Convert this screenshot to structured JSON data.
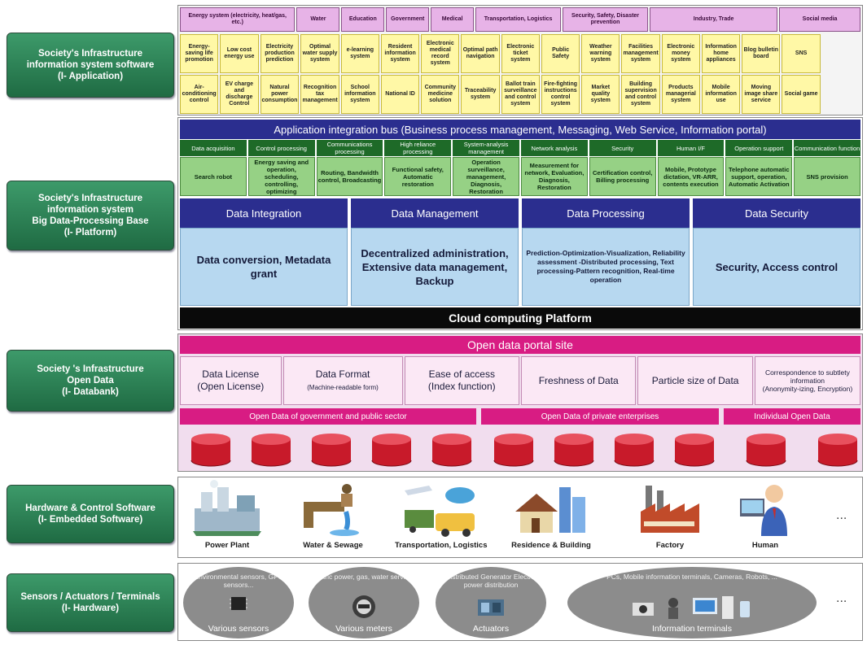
{
  "left_labels": [
    [
      "Society's Infrastructure",
      "information system software",
      "(I- Application)"
    ],
    [
      "Society's Infrastructure",
      "information system",
      "Big Data-Processing Base",
      "(I- Platform)"
    ],
    [
      "Society 's Infrastructure",
      "Open Data",
      "(I- Databank)"
    ],
    [
      "Hardware & Control Software",
      "(I- Embedded Software)"
    ],
    [
      "Sensors / Actuators / Terminals",
      "(I- Hardware)"
    ]
  ],
  "application": {
    "categories": [
      "Energy system (electricity, heat/gas, etc.)",
      "Water",
      "Education",
      "Government",
      "Medical",
      "Transportation, Logistics",
      "Security, Safety, Disaster prevention",
      "Industry, Trade",
      "Social media"
    ],
    "systems_row1": [
      "Energy-saving life promotion",
      "Low cost energy use",
      "Electricity production prediction",
      "Optimal water supply system",
      "e-learning system",
      "Resident information system",
      "Electronic medical record system",
      "Optimal path navigation",
      "Electronic ticket system",
      "Public Safety",
      "Weather warning system",
      "Facilities management system",
      "Electronic money system",
      "Information home appliances",
      "Blog bulletin board",
      "SNS",
      ""
    ],
    "systems_row2": [
      "Air-conditioning control",
      "EV charge and discharge Control",
      "Natural power consumption",
      "Recognition tax management",
      "School information system",
      "National ID",
      "Community medicine solution",
      "Traceability system",
      "Ballot train surveillance and control system",
      "Fire-fighting instructions control system",
      "Market quality system",
      "Building supervision and control system",
      "Products managerial system",
      "Mobile information use",
      "Moving image share service",
      "Social game",
      ""
    ]
  },
  "platform": {
    "bus": "Application integration bus (Business process management, Messaging, Web Service, Information portal)",
    "middleware_heads": [
      "Data acquisition",
      "Control processing",
      "Communications processing",
      "High reliance processing",
      "System-analysis management",
      "Network analysis",
      "Security",
      "Human I/F",
      "Operation support",
      "Communication function"
    ],
    "middleware_bodies": [
      "Search robot",
      "Energy saving and operation, scheduling, controlling, optimizing",
      "Routing, Bandwidth control, Broadcasting",
      "Functional safety, Automatic restoration",
      "Operation surveillance, management, Diagnosis, Restoration",
      "Measurement for network, Evaluation, Diagnosis, Restoration",
      "Certification control, Billing processing",
      "Mobile, Prototype dictation, VR-ARR, contents execution",
      "Telephone automatic support, operation, Automatic Activation",
      "SNS provision"
    ],
    "big_data": [
      {
        "head": "Data Integration",
        "body": "Data conversion, Metadata grant"
      },
      {
        "head": "Data Management",
        "body": "Decentralized administration, Extensive data management, Backup"
      },
      {
        "head": "Data Processing",
        "body": "Prediction-Optimization-Visualization, Reliability assessment -Distributed processing, Text processing-Pattern recognition, Real-time operation"
      },
      {
        "head": "Data Security",
        "body": "Security, Access control"
      }
    ],
    "cloud": "Cloud computing Platform"
  },
  "databank": {
    "portal": "Open data portal site",
    "features": [
      {
        "main": "Data License",
        "sub": "(Open License)"
      },
      {
        "main": "Data Format",
        "sub": "(Machine-readable form)"
      },
      {
        "main": "Ease of access",
        "sub": "(Index function)"
      },
      {
        "main": "Freshness of Data",
        "sub": ""
      },
      {
        "main": "Particle size of Data",
        "sub": ""
      },
      {
        "main": "Correspondence to subtlety information",
        "sub": "(Anonymity-izing, Encryption)"
      }
    ],
    "sources": [
      "Open Data of government and public sector",
      "Open Data of private enterprises",
      "Individual Open Data"
    ]
  },
  "embedded": {
    "items": [
      "Power Plant",
      "Water & Sewage",
      "Transportation, Logistics",
      "Residence & Building",
      "Factory",
      "Human"
    ],
    "more": "..."
  },
  "hardware": {
    "items": [
      {
        "top": "Environmental sensors, GPS sensors...",
        "bottom": "Various sensors"
      },
      {
        "top": "Electric power, gas, water service...",
        "bottom": "Various meters"
      },
      {
        "top": "Distributed Generator Electric power distribution",
        "bottom": "Actuators"
      },
      {
        "top": "PCs, Mobile information terminals, Cameras, Robots, ...",
        "bottom": "Information terminals"
      }
    ],
    "more": "..."
  },
  "colors": {
    "app_category": "#e7b3e7",
    "app_system": "#fff8a6",
    "bus_blue": "#2b2e8f",
    "middleware_green": "#96d185",
    "bigdata_blue": "#b7d8f0",
    "portal_magenta": "#d81c83",
    "database_red": "#c81a2a",
    "label_green": "#2f8a5a"
  }
}
